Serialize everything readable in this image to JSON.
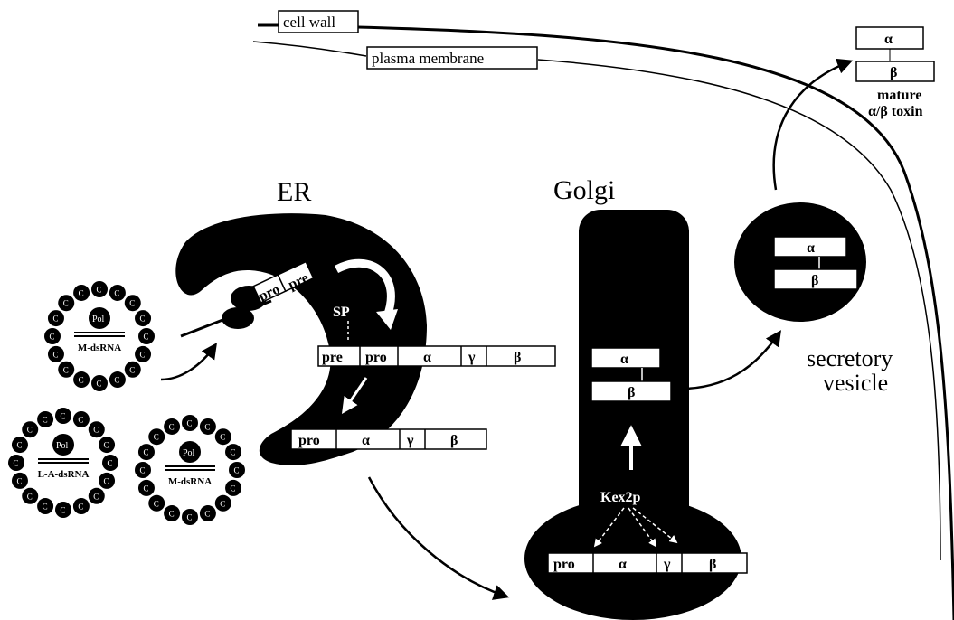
{
  "labels": {
    "cell_wall": "cell wall",
    "plasma_membrane": "plasma membrane",
    "er": "ER",
    "golgi": "Golgi",
    "secretory": "secretory",
    "vesicle": "vesicle",
    "mature_1": "mature",
    "mature_2": "α/β toxin",
    "sp": "SP",
    "kex2p": "Kex2p"
  },
  "segments": {
    "pre": "pre",
    "pro": "pro",
    "alpha": "α",
    "gamma": "γ",
    "beta": "β"
  },
  "virus_particles": {
    "pol": "Pol",
    "m_dsrna": "M-dsRNA",
    "la_dsrna": "L-A-dsRNA",
    "capsid_letter": "C"
  }
}
